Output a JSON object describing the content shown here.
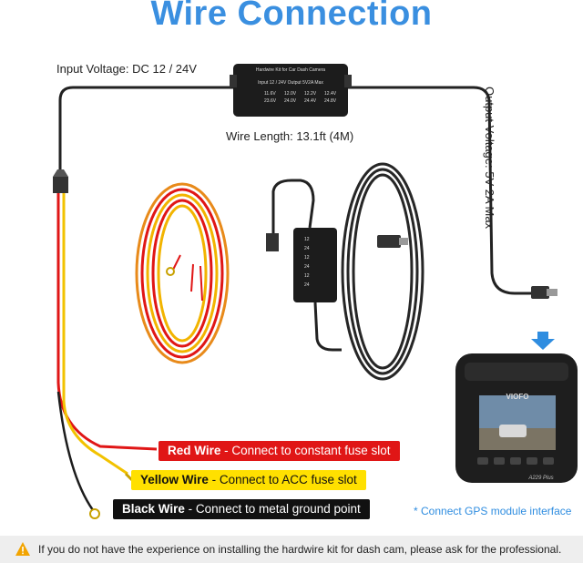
{
  "title": "Wire Connection",
  "input_voltage": "Input Voltage: DC 12 / 24V",
  "wire_length": "Wire Length: 13.1ft (4M)",
  "output_voltage": "Output Voltage: 5V 2A Max",
  "fuse_box": {
    "title": "Hardwire Kit for Car Dash Camera",
    "header": "Input 12 / 24V Output 5V2A Max",
    "values": [
      "11.6V",
      "12.0V",
      "12.2V",
      "12.4V",
      "23.6V",
      "24.0V",
      "24.4V",
      "24.8V"
    ]
  },
  "converter": {
    "values": [
      "12",
      "24",
      "12",
      "24",
      "12",
      "24"
    ]
  },
  "camera": {
    "brand": "VIOFO",
    "model": "A229 Plus"
  },
  "legend": {
    "red": {
      "name": "Red Wire",
      "desc": " - Connect to constant fuse slot"
    },
    "yellow": {
      "name": "Yellow Wire",
      "desc": " - Connect to ACC fuse slot"
    },
    "black": {
      "name": "Black Wire",
      "desc": " - Connect to metal ground point"
    }
  },
  "gps_note": "* Connect GPS module interface",
  "warning": "If you do not have the experience on installing the hardwire kit for dash cam, please ask for the professional.",
  "colors": {
    "title_blue": "#3a8fe0",
    "red_label": "#e01616",
    "yellow_label": "#ffe000",
    "black_label": "#111111"
  }
}
